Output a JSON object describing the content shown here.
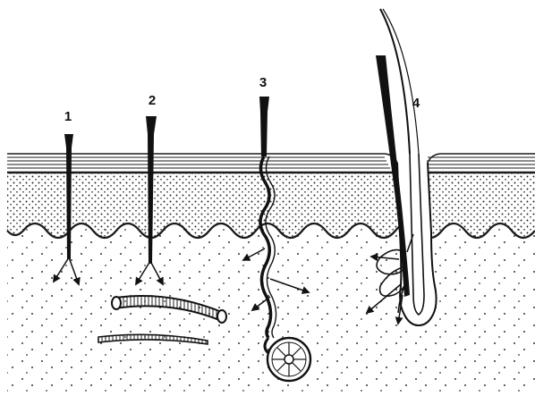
{
  "labels": [
    "1",
    "2",
    "3",
    "4"
  ],
  "colors": {
    "ink": "#111111",
    "background": "#ffffff",
    "stroke": "#1a1a1a"
  }
}
